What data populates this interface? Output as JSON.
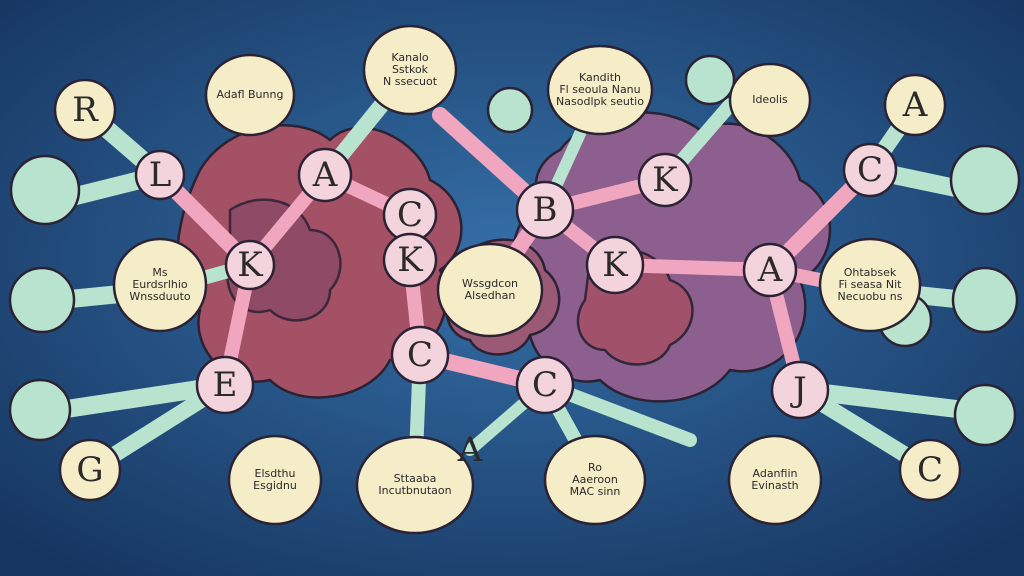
{
  "palette": {
    "background": "#2a5a8e",
    "background_edge": "#1a3a66",
    "node_cream": "#f5ecc8",
    "node_pink": "#f3d3dc",
    "node_mint": "#b7e3cf",
    "stick_mint": "#a6dcc2",
    "stick_pink": "#f0a6bf",
    "blob_red": "#a45166",
    "blob_purple": "#8c5f8f",
    "outline": "#2b2233"
  },
  "letter_nodes": [
    {
      "id": "r",
      "label": "R",
      "fill": "cream"
    },
    {
      "id": "l",
      "label": "L",
      "fill": "pink"
    },
    {
      "id": "k1",
      "label": "K",
      "fill": "pink"
    },
    {
      "id": "a1",
      "label": "A",
      "fill": "pink"
    },
    {
      "id": "c1",
      "label": "C",
      "fill": "pink"
    },
    {
      "id": "k2",
      "label": "K",
      "fill": "pink"
    },
    {
      "id": "b",
      "label": "B",
      "fill": "pink"
    },
    {
      "id": "k3",
      "label": "K",
      "fill": "pink"
    },
    {
      "id": "k4",
      "label": "K",
      "fill": "pink"
    },
    {
      "id": "a2",
      "label": "A",
      "fill": "pink"
    },
    {
      "id": "c2",
      "label": "C",
      "fill": "pink"
    },
    {
      "id": "a3",
      "label": "A",
      "fill": "cream"
    },
    {
      "id": "e",
      "label": "E",
      "fill": "pink"
    },
    {
      "id": "c3",
      "label": "C",
      "fill": "pink"
    },
    {
      "id": "c4",
      "label": "C",
      "fill": "pink"
    },
    {
      "id": "j",
      "label": "J",
      "fill": "pink"
    },
    {
      "id": "g",
      "label": "G",
      "fill": "cream"
    },
    {
      "id": "c5",
      "label": "C",
      "fill": "cream"
    },
    {
      "id": "a4",
      "label": "A",
      "fill": "none"
    }
  ],
  "text_nodes": [
    {
      "id": "t1",
      "label": "Adafl Bunng"
    },
    {
      "id": "t2",
      "label": "Kanalo\nSstkok\nN ssecuot"
    },
    {
      "id": "t3",
      "label": "Kandith\nFl seoula Nanu\nNasodlpk seutio"
    },
    {
      "id": "t4",
      "label": "Ideolis"
    },
    {
      "id": "t5",
      "label": "Ms\nEurdsrlhio\nWnssduuto"
    },
    {
      "id": "t6",
      "label": "Wssgdcon\nAlsedhan"
    },
    {
      "id": "t7",
      "label": "Ohtabsek\nFi seasa Nit\nNecuobu ns"
    },
    {
      "id": "t8",
      "label": "Elsdthu\nEsgidnu"
    },
    {
      "id": "t9",
      "label": "Sttaaba\nIncutbnutaon"
    },
    {
      "id": "t10",
      "label": "Ro\nAaeroon\nMAC sinn"
    },
    {
      "id": "t11",
      "label": "Adanfiin\nEvinasth"
    }
  ]
}
